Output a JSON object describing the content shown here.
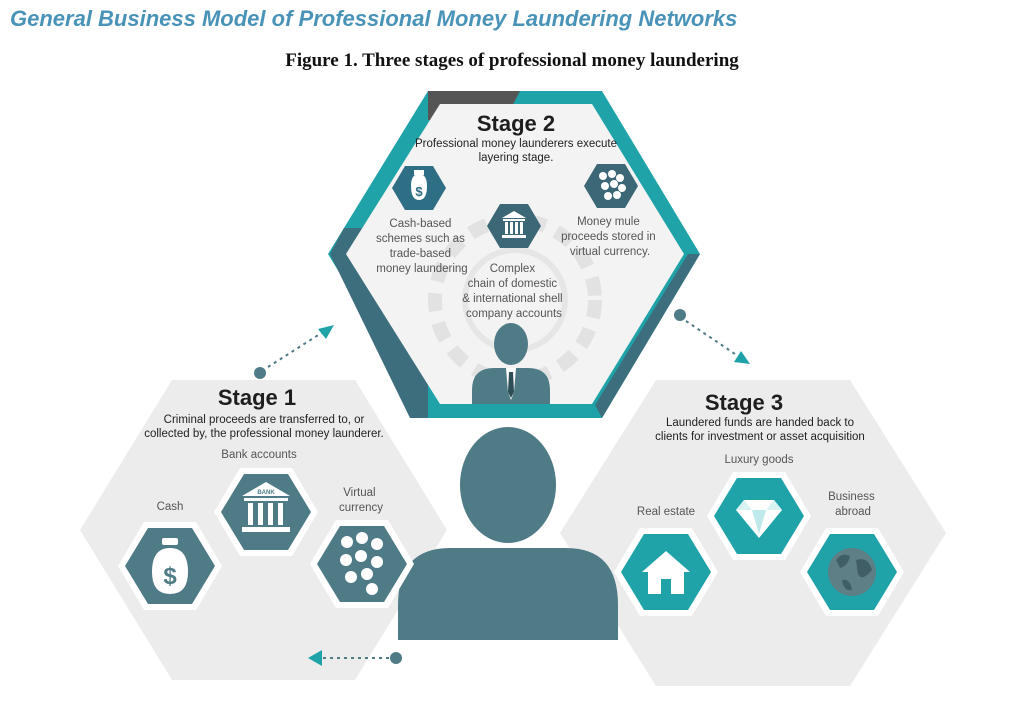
{
  "title": "General Business Model of Professional Money Laundering Networks",
  "caption": "Figure 1. Three stages of professional money laundering",
  "colors": {
    "teal": "#1fa3a8",
    "slate": "#4f7b87",
    "dark_gray": "#555555",
    "light_gray": "#ececec",
    "title_blue": "#4a93b8"
  },
  "stage2": {
    "heading": "Stage 2",
    "desc": [
      "Professional money launderers execute",
      "layering stage."
    ],
    "items": [
      {
        "icon": "money-bag-icon",
        "label": [
          "Cash-based",
          "schemes such as",
          "trade-based",
          "money laundering"
        ]
      },
      {
        "icon": "bank-icon",
        "label": [
          "Complex",
          "chain of domestic",
          "& international shell",
          "company accounts"
        ]
      },
      {
        "icon": "coins-icon",
        "label": [
          "Money mule",
          "proceeds stored in",
          "virtual currency."
        ]
      }
    ]
  },
  "stage1": {
    "heading": "Stage 1",
    "desc": [
      "Criminal proceeds are transferred to,  or",
      "collected by, the professional money launderer."
    ],
    "items": [
      {
        "icon": "money-bag-icon",
        "label": [
          "Cash"
        ]
      },
      {
        "icon": "bank-icon",
        "label": [
          "Bank accounts"
        ],
        "sign": "BANK"
      },
      {
        "icon": "coins-icon",
        "label": [
          "Virtual",
          "currency"
        ]
      }
    ]
  },
  "stage3": {
    "heading": "Stage 3",
    "desc": [
      "Laundered funds are handed back to",
      "clients for investment or asset acquisition"
    ],
    "items": [
      {
        "icon": "house-icon",
        "label": [
          "Real estate"
        ]
      },
      {
        "icon": "diamond-icon",
        "label": [
          "Luxury goods"
        ]
      },
      {
        "icon": "globe-icon",
        "label": [
          "Business",
          "abroad"
        ]
      }
    ]
  }
}
